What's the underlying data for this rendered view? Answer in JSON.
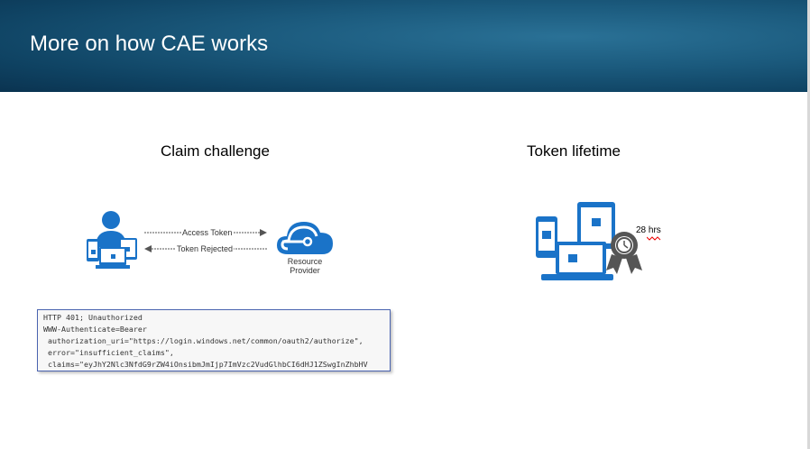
{
  "slide": {
    "title": "More on how CAE works",
    "left_heading": "Claim challenge",
    "right_heading": "Token lifetime",
    "diagram": {
      "arrow_forward": "Access Token",
      "arrow_back": "Token Rejected",
      "provider_label_1": "Resource",
      "provider_label_2": "Provider"
    },
    "code_lines": [
      "HTTP 401; Unauthorized",
      "WWW-Authenticate=Bearer",
      " authorization_uri=\"https://login.windows.net/common/oauth2/authorize\",",
      " error=\"insufficient_claims\",",
      " claims=\"eyJhY2Nlc3NfdG9rZW4iOnsibmJmIjp7ImVzc2VudGlhbCI6dHJ1ZSwgInZhbHV"
    ],
    "lifetime_label": "28 hrs",
    "colors": {
      "accent": "#1a73c8",
      "header": "#1b5a7d",
      "badge": "#555555"
    }
  }
}
